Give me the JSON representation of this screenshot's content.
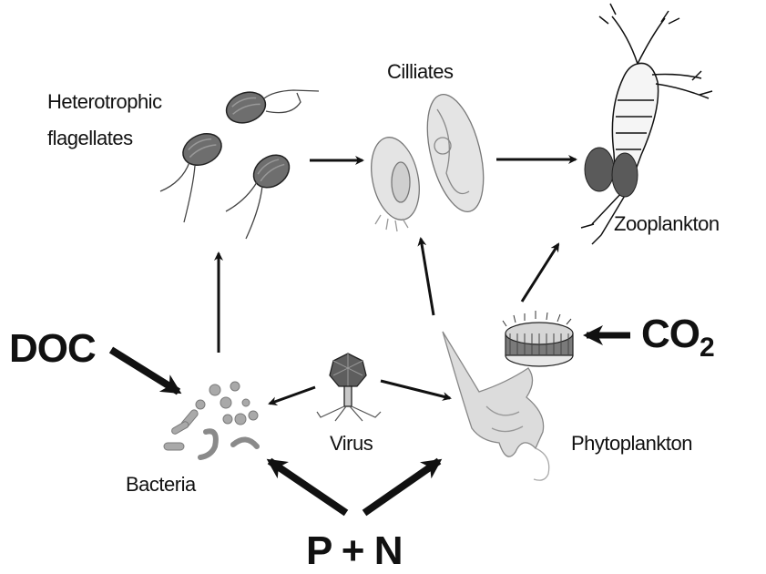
{
  "labels": {
    "heterotrophic_line1": "Heterotrophic",
    "heterotrophic_line2": "flagellates",
    "ciliates": "Cilliates",
    "zooplankton": "Zooplankton",
    "doc": "DOC",
    "co2_main": "CO",
    "co2_sub": "2",
    "virus": "Virus",
    "bacteria": "Bacteria",
    "phytoplankton": "Phytoplankton",
    "pn": "P + N"
  },
  "colors": {
    "ink": "#111111",
    "organism_fill": "#6e6e6e",
    "organism_light": "#b8b8b8",
    "sketch_stroke": "#777777"
  },
  "icons": [
    "flagellate-icon",
    "ciliate-icon",
    "copepod-icon",
    "bacteria-icon",
    "virus-icon",
    "phytoplankton-icon",
    "diatom-icon"
  ]
}
